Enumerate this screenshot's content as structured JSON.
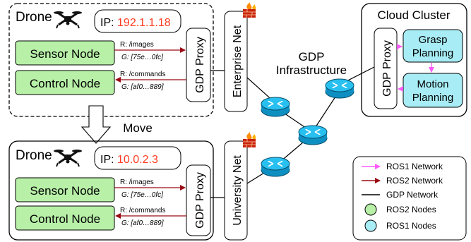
{
  "top_drone": {
    "title": "Drone",
    "ip_label": "IP:",
    "ip_value": "192.1.1.18",
    "sensor_node": "Sensor Node",
    "control_node": "Control Node",
    "sensor_route": "R: /images",
    "sensor_guid": "G: [75e…0fc]",
    "control_route": "R: /commands",
    "control_guid": "G: [af0…889]",
    "proxy_label": "GDP Proxy"
  },
  "bottom_drone": {
    "title": "Drone",
    "ip_label": "IP:",
    "ip_value": "10.0.2.3",
    "sensor_node": "Sensor Node",
    "control_node": "Control Node",
    "sensor_route": "R: /images",
    "sensor_guid": "G: [75e…0fc]",
    "control_route": "R: /commands",
    "control_guid": "G: [af0…889]",
    "proxy_label": "GDP Proxy"
  },
  "move_label": "Move",
  "enterprise_net": "Enterprise Net",
  "university_net": "University Net",
  "infrastructure": {
    "line1": "GDP",
    "line2": "Infrastructure"
  },
  "cloud": {
    "title": "Cloud Cluster",
    "proxy_label": "GDP Proxy",
    "grasp": [
      "Grasp",
      "Planning"
    ],
    "motion": [
      "Motion",
      "Planning"
    ]
  },
  "legend": {
    "ros1_network": "ROS1 Network",
    "ros2_network": "ROS2 Network",
    "gdp_network": "GDP Network",
    "ros2_nodes": "ROS2 Nodes",
    "ros1_nodes": "ROS1 Nodes"
  },
  "colors": {
    "ros2_node_fill": "#b8f0a8",
    "ros1_node_fill": "#a8ecf5",
    "ros1_link": "#ff5aff",
    "ros2_link": "#9a0a14",
    "ip_text": "#ff3b1f",
    "router_fill": "#1ab0e8",
    "firewall": "#d42a10"
  }
}
